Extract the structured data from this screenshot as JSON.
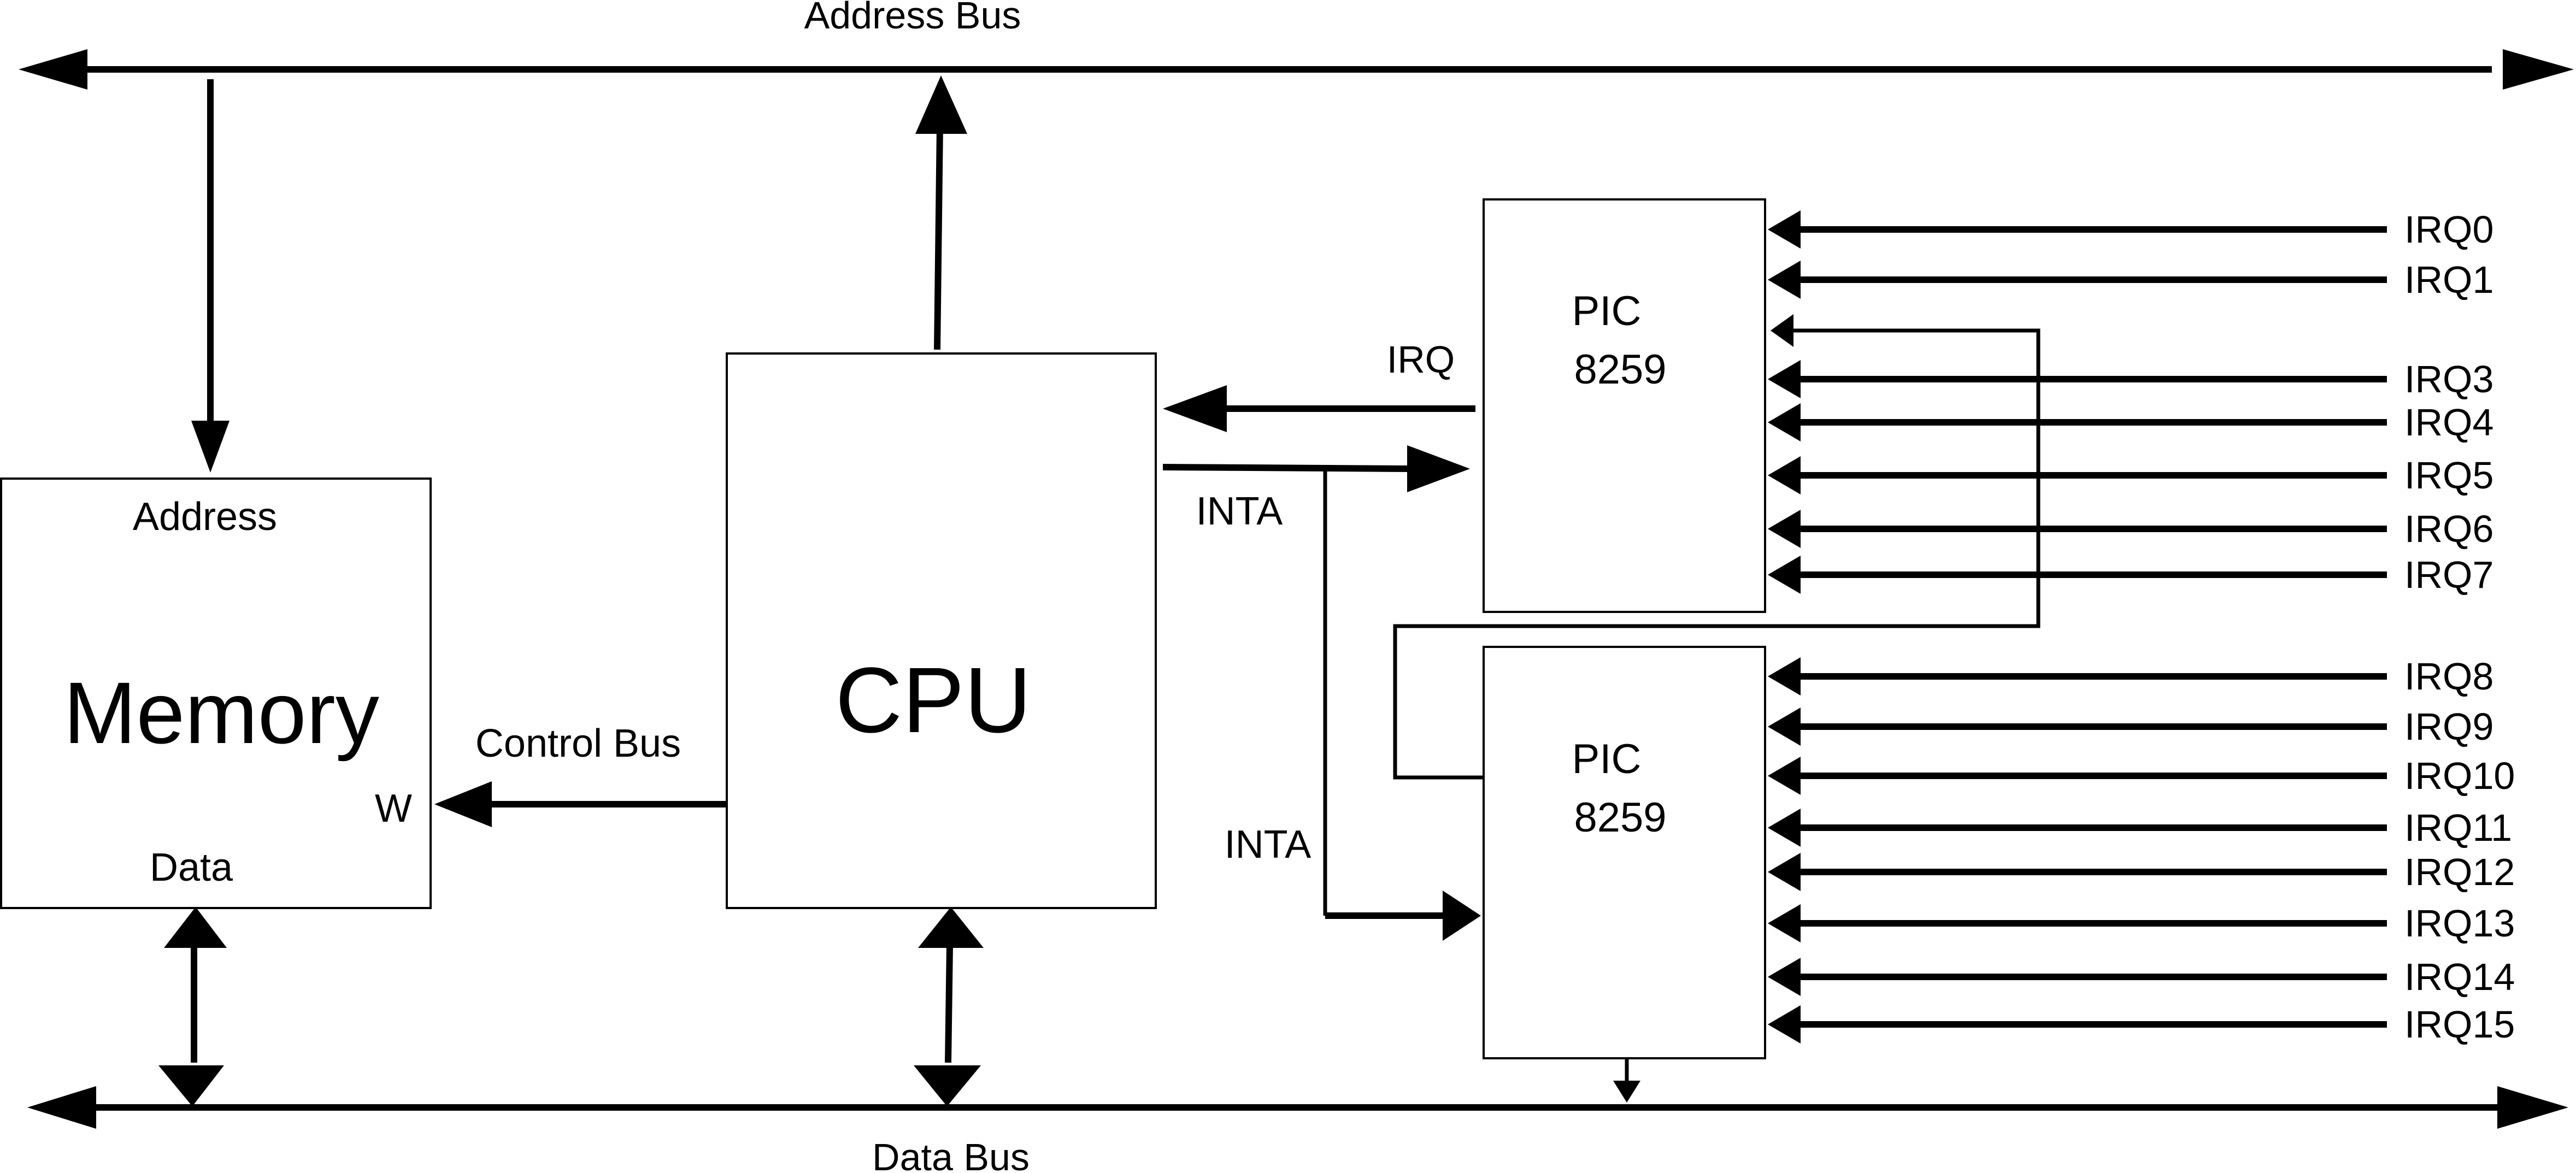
{
  "buses": {
    "address": "Address Bus",
    "data": "Data Bus",
    "control": "Control Bus"
  },
  "memory": {
    "title": "Memory",
    "address_port": "Address",
    "data_port": "Data",
    "write_port": "W"
  },
  "cpu": {
    "title": "CPU"
  },
  "pic_master": {
    "line1": "PIC",
    "line2": "8259"
  },
  "pic_slave": {
    "line1": "PIC",
    "line2": "8259"
  },
  "signals": {
    "irq": "IRQ",
    "inta_master": "INTA",
    "inta_slave": "INTA"
  },
  "irq_master": [
    "IRQ0",
    "IRQ1",
    "IRQ3",
    "IRQ4",
    "IRQ5",
    "IRQ6",
    "IRQ7"
  ],
  "irq_slave": [
    "IRQ8",
    "IRQ9",
    "IRQ10",
    "IRQ11",
    "IRQ12",
    "IRQ13",
    "IRQ14",
    "IRQ15"
  ]
}
